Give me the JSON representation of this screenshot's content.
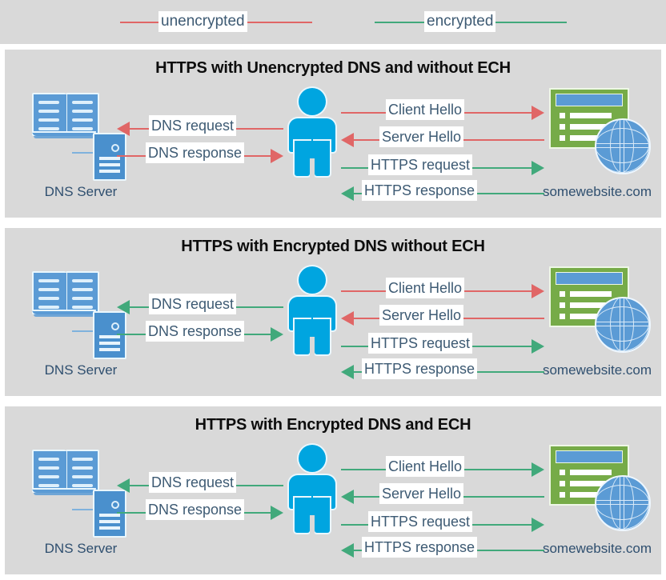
{
  "legend": {
    "items": [
      {
        "label": "unencrypted",
        "color": "#e06666",
        "name": "legend-unencrypted"
      },
      {
        "label": "encrypted",
        "color": "#41a97b",
        "name": "legend-encrypted"
      }
    ]
  },
  "colors": {
    "unencrypted": "#e06666",
    "encrypted": "#41a97b",
    "panel_background": "#d9d9d9",
    "page_background": "#ffffff",
    "label_text": "#3d5a73",
    "title_text": "#0d0d0d",
    "person": "#00a5e0",
    "server": "#5b9bd5",
    "website": "#76ab48"
  },
  "nodes": {
    "dns_server_label": "DNS Server",
    "website_label": "somewebsite.com"
  },
  "panels": [
    {
      "title": "HTTPS with Unencrypted DNS and without ECH",
      "dns_label": "DNS Server",
      "site_label": "somewebsite.com",
      "flows": [
        {
          "label": "DNS request",
          "side": "left",
          "direction": "left",
          "encrypted": false
        },
        {
          "label": "DNS response",
          "side": "left",
          "direction": "right",
          "encrypted": false
        },
        {
          "label": "Client Hello",
          "side": "right",
          "direction": "right",
          "encrypted": false
        },
        {
          "label": "Server Hello",
          "side": "right",
          "direction": "left",
          "encrypted": false
        },
        {
          "label": "HTTPS request",
          "side": "right",
          "direction": "right",
          "encrypted": true
        },
        {
          "label": "HTTPS response",
          "side": "right",
          "direction": "left",
          "encrypted": true
        }
      ]
    },
    {
      "title": "HTTPS with Encrypted DNS without ECH",
      "dns_label": "DNS Server",
      "site_label": "somewebsite.com",
      "flows": [
        {
          "label": "DNS request",
          "side": "left",
          "direction": "left",
          "encrypted": true
        },
        {
          "label": "DNS response",
          "side": "left",
          "direction": "right",
          "encrypted": true
        },
        {
          "label": "Client Hello",
          "side": "right",
          "direction": "right",
          "encrypted": false
        },
        {
          "label": "Server Hello",
          "side": "right",
          "direction": "left",
          "encrypted": false
        },
        {
          "label": "HTTPS request",
          "side": "right",
          "direction": "right",
          "encrypted": true
        },
        {
          "label": "HTTPS response",
          "side": "right",
          "direction": "left",
          "encrypted": true
        }
      ]
    },
    {
      "title": "HTTPS with Encrypted DNS and ECH",
      "dns_label": "DNS Server",
      "site_label": "somewebsite.com",
      "flows": [
        {
          "label": "DNS request",
          "side": "left",
          "direction": "left",
          "encrypted": true
        },
        {
          "label": "DNS response",
          "side": "left",
          "direction": "right",
          "encrypted": true
        },
        {
          "label": "Client Hello",
          "side": "right",
          "direction": "right",
          "encrypted": true
        },
        {
          "label": "Server Hello",
          "side": "right",
          "direction": "left",
          "encrypted": true
        },
        {
          "label": "HTTPS request",
          "side": "right",
          "direction": "right",
          "encrypted": true
        },
        {
          "label": "HTTPS response",
          "side": "right",
          "direction": "left",
          "encrypted": true
        }
      ]
    }
  ]
}
